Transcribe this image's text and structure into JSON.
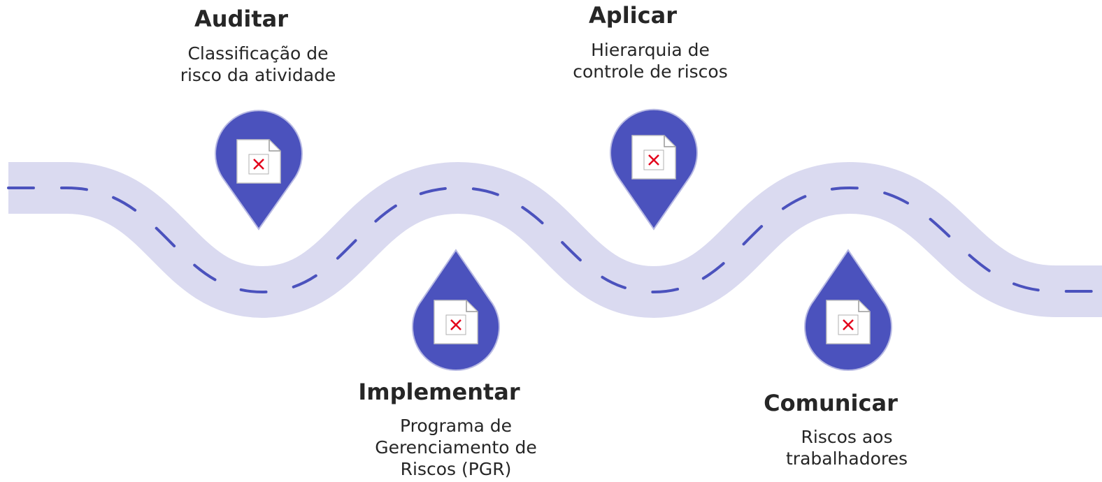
{
  "road": {
    "fill_color": "#dadaf0",
    "dash_color": "#4b52bd",
    "pin_color": "#4b52bd"
  },
  "steps": [
    {
      "title": "Auditar",
      "description": "Classificação de\nrisco da atividade",
      "icon": "broken-image-icon"
    },
    {
      "title": "Implementar",
      "description": "Programa de\nGerenciamento de\nRiscos (PGR)",
      "icon": "broken-image-icon"
    },
    {
      "title": "Aplicar",
      "description": "Hierarquia de\ncontrole de riscos",
      "icon": "broken-image-icon"
    },
    {
      "title": "Comunicar",
      "description": "Riscos aos\ntrabalhadores",
      "icon": "broken-image-icon"
    }
  ]
}
